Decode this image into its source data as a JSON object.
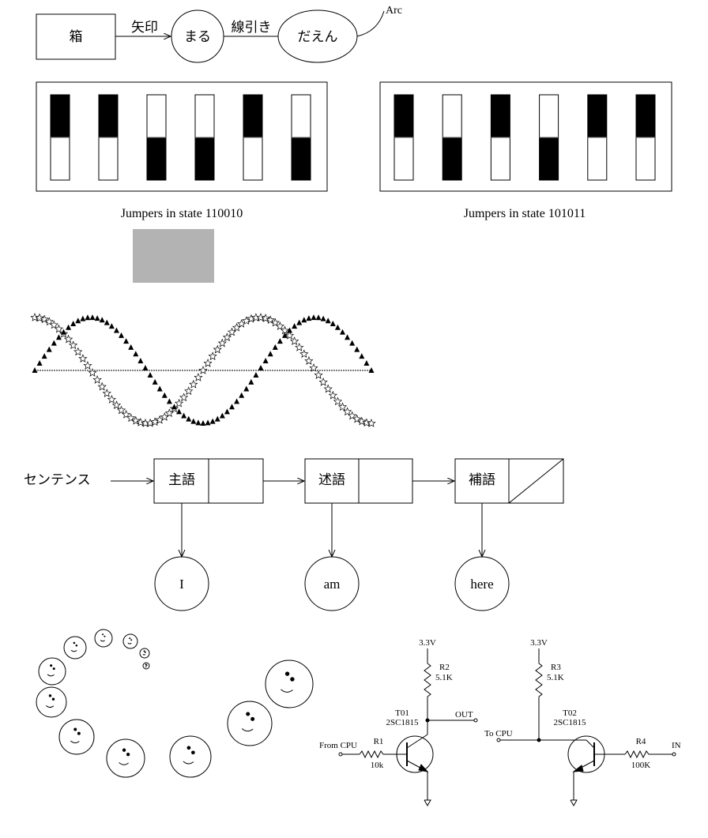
{
  "flow": {
    "box_label": "箱",
    "arrow_label": "矢印",
    "circle_label": "まる",
    "line_label": "線引き",
    "ellipse_label": "だえん",
    "arc_label": "Arc"
  },
  "jumpers": [
    {
      "state": "110010",
      "caption": "Jumpers in state 110010"
    },
    {
      "state": "101011",
      "caption": "Jumpers in state 101011"
    }
  ],
  "gray_box_color": "#b3b3b3",
  "waves": {
    "series": [
      {
        "marker": "star",
        "function": "cos",
        "periods": 1.5
      },
      {
        "marker": "triangle",
        "function": "sin",
        "periods": 1.5
      }
    ]
  },
  "sentence": {
    "label": "センテンス",
    "nodes": [
      {
        "word": "主語",
        "value": "I"
      },
      {
        "word": "述語",
        "value": "am"
      },
      {
        "word": "補語",
        "value": "here"
      }
    ]
  },
  "faces": {
    "count": 12
  },
  "circuits": [
    {
      "supply": "3.3V",
      "resistor_top": "R2",
      "resistor_top_value": "5.1K",
      "transistor": "T01",
      "transistor_part": "2SC1815",
      "output": "OUT",
      "input": "From CPU",
      "resistor_base": "R1",
      "resistor_base_value": "10k"
    },
    {
      "supply": "3.3V",
      "resistor_top": "R3",
      "resistor_top_value": "5.1K",
      "transistor": "T02",
      "transistor_part": "2SC1815",
      "output": "To CPU",
      "input": "IN",
      "resistor_base": "R4",
      "resistor_base_value": "100K"
    }
  ]
}
